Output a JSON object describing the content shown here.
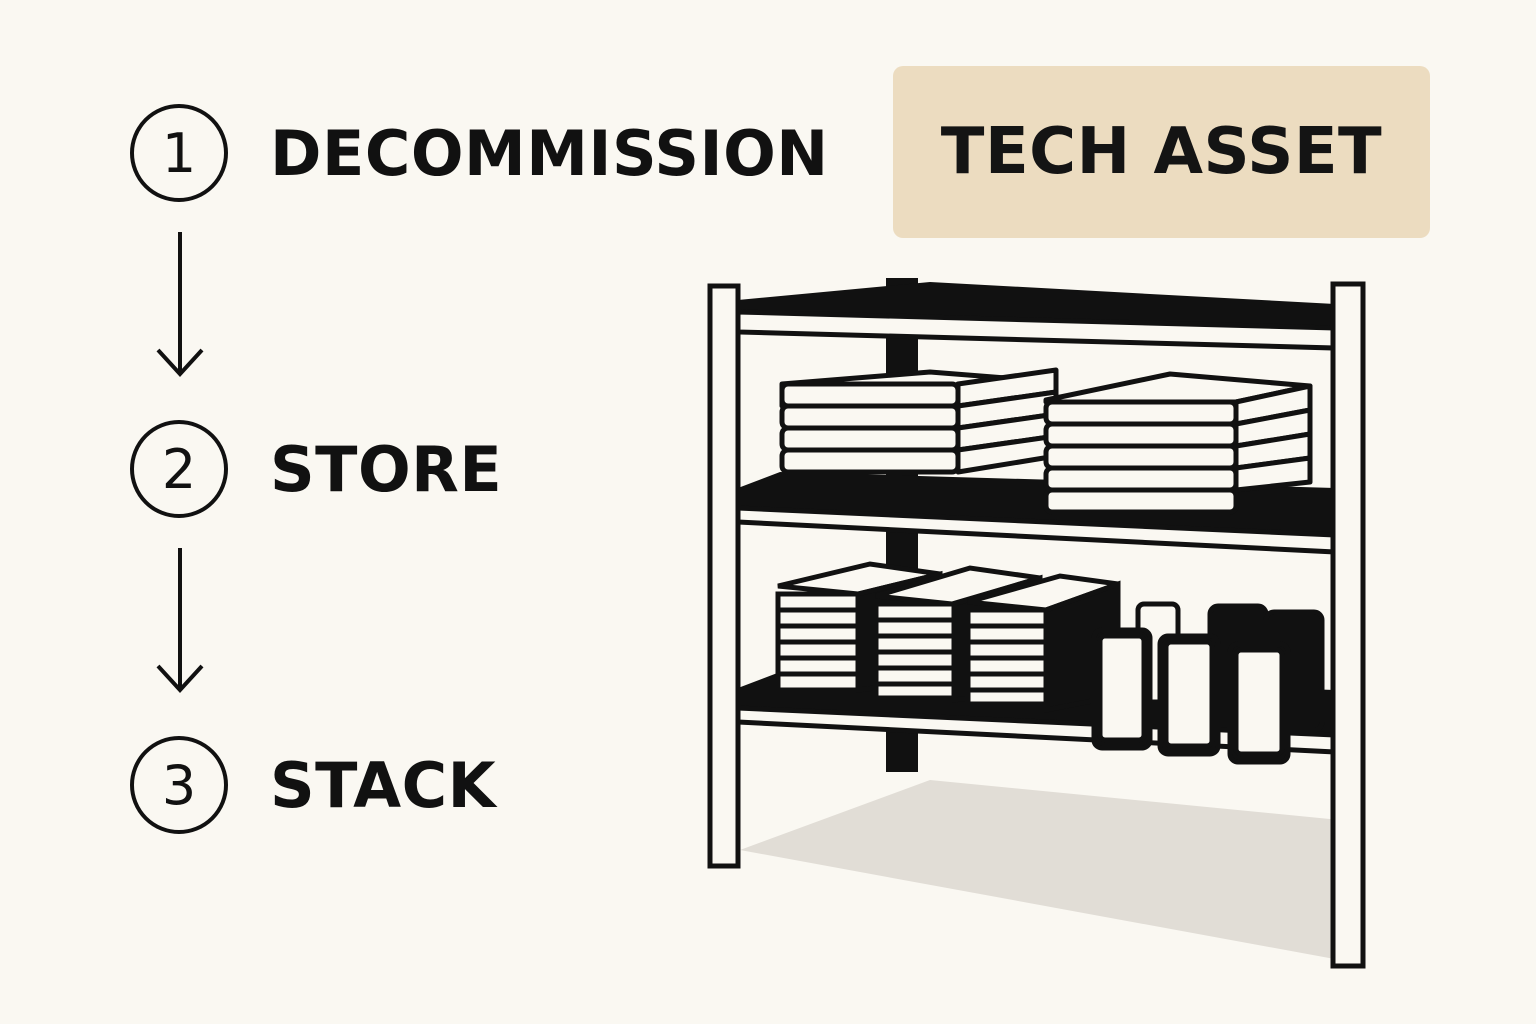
{
  "steps": [
    {
      "number": "1",
      "label": "DECOMMISSION"
    },
    {
      "number": "2",
      "label": "STORE"
    },
    {
      "number": "3",
      "label": "STACK"
    }
  ],
  "title_badge": {
    "label": "TECH ASSET",
    "background": "#ecdcc0"
  },
  "illustration": {
    "icons": [
      "storage-shelf-icon",
      "laptop-stack-icon",
      "book-stack-icon",
      "phone-icon",
      "down-arrow-icon"
    ]
  },
  "colors": {
    "background": "#faf8f2",
    "ink": "#111111",
    "badge": "#ecdcc0",
    "floor_shadow": "#e1ddd6"
  }
}
